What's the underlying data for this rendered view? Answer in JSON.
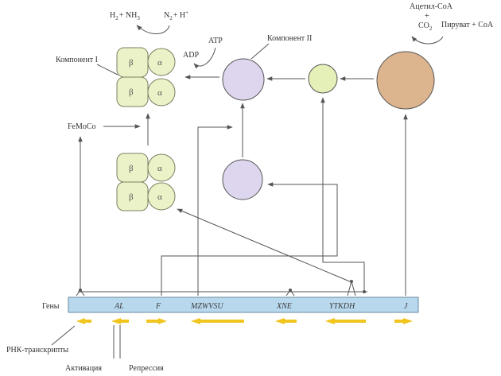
{
  "labels": {
    "h2": "H",
    "h2_sub": "2",
    "h2_rest": "+ NH",
    "nh3_sub": "3",
    "n2": "N",
    "n2_sub": "2",
    "n2_rest": "+ H",
    "n2_sup": "+",
    "atp": "ATP",
    "adp": "ADP",
    "component_1": "Компонент I",
    "component_2": "Компонент II",
    "femoco": "FeMoCo",
    "acetyl_coa": "Ацетил-CoA",
    "plus": "+",
    "co2": "CO",
    "co2_sub": "2",
    "pyruvate": "Пируват + CoA",
    "genes": "Гены",
    "rna": "РНК-транскрипты",
    "activation": "Активация",
    "repression": "Репрессия"
  },
  "subunits": {
    "beta": "β",
    "alpha": "α"
  },
  "gene_groups": [
    "AL",
    "F",
    "MZWVSU",
    "XNE",
    "YTKDH",
    "J"
  ],
  "colors": {
    "subunit_fill": "#ecf2c8",
    "subunit_stroke": "#7a8060",
    "component2_fill": "#ddd6ee",
    "small_circle_fill": "#e4f0b8",
    "large_circle_fill": "#dcb48e",
    "gene_bar_fill": "#b8d8ee",
    "transcript_arrow": "#f0c51e",
    "line": "#555555"
  }
}
